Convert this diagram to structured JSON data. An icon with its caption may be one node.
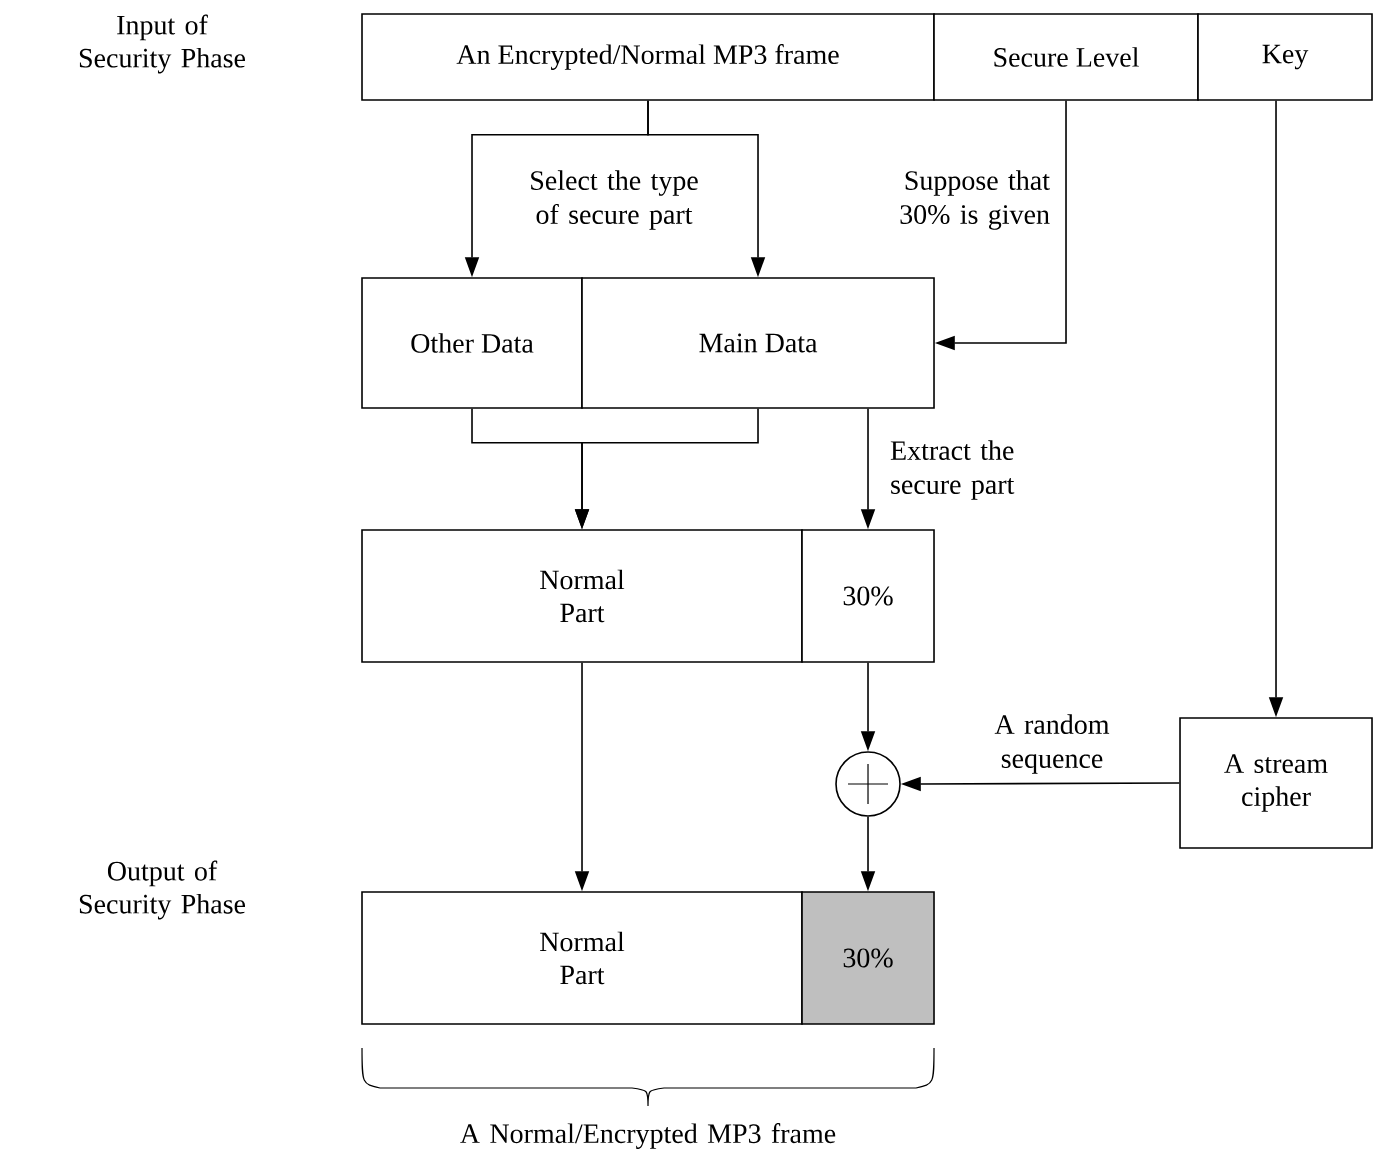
{
  "diagram": {
    "nodes": [
      {
        "text": [
          "An Encrypted/Normal MP3 frame"
        ]
      },
      {
        "text": [
          "Secure Level"
        ]
      },
      {
        "text": [
          "Key"
        ]
      },
      {
        "text": [
          "Other Data"
        ]
      },
      {
        "text": [
          "Main Data"
        ]
      },
      {
        "text": [
          "Normal Part"
        ]
      },
      {
        "text": [
          "30%"
        ]
      },
      {
        "text": [],
        "shape": "circle"
      },
      {
        "text": [
          "A stream cipher"
        ]
      },
      {
        "text": [
          "Normal Part"
        ]
      },
      {
        "text": [
          "30%"
        ]
      }
    ],
    "edges": [
      {
        "from": 0,
        "to": 3,
        "arrow": "to"
      },
      {
        "from": 0,
        "to": 4,
        "arrow": "to",
        "label": "Select the type of secure part"
      },
      {
        "from": 1,
        "to": 4,
        "arrow": "to",
        "label": "Suppose that 30% is given"
      },
      {
        "from": 3,
        "to": 5,
        "arrow": "to"
      },
      {
        "from": 4,
        "to": 5,
        "arrow": "to"
      },
      {
        "from": 4,
        "to": 6,
        "arrow": "to",
        "label": "Extract the secure part"
      },
      {
        "from": 2,
        "to": 8,
        "arrow": "to"
      },
      {
        "from": 6,
        "to": 7,
        "arrow": "to"
      },
      {
        "from": 8,
        "to": 7,
        "arrow": "to",
        "label": "A random sequence"
      },
      {
        "from": 5,
        "to": 9,
        "arrow": "to"
      },
      {
        "from": 7,
        "to": 10,
        "arrow": "to"
      }
    ],
    "labels": [
      "Input of Security Phase",
      "Output of Security Phase",
      "A Normal/Encrypted MP3 frame"
    ]
  }
}
